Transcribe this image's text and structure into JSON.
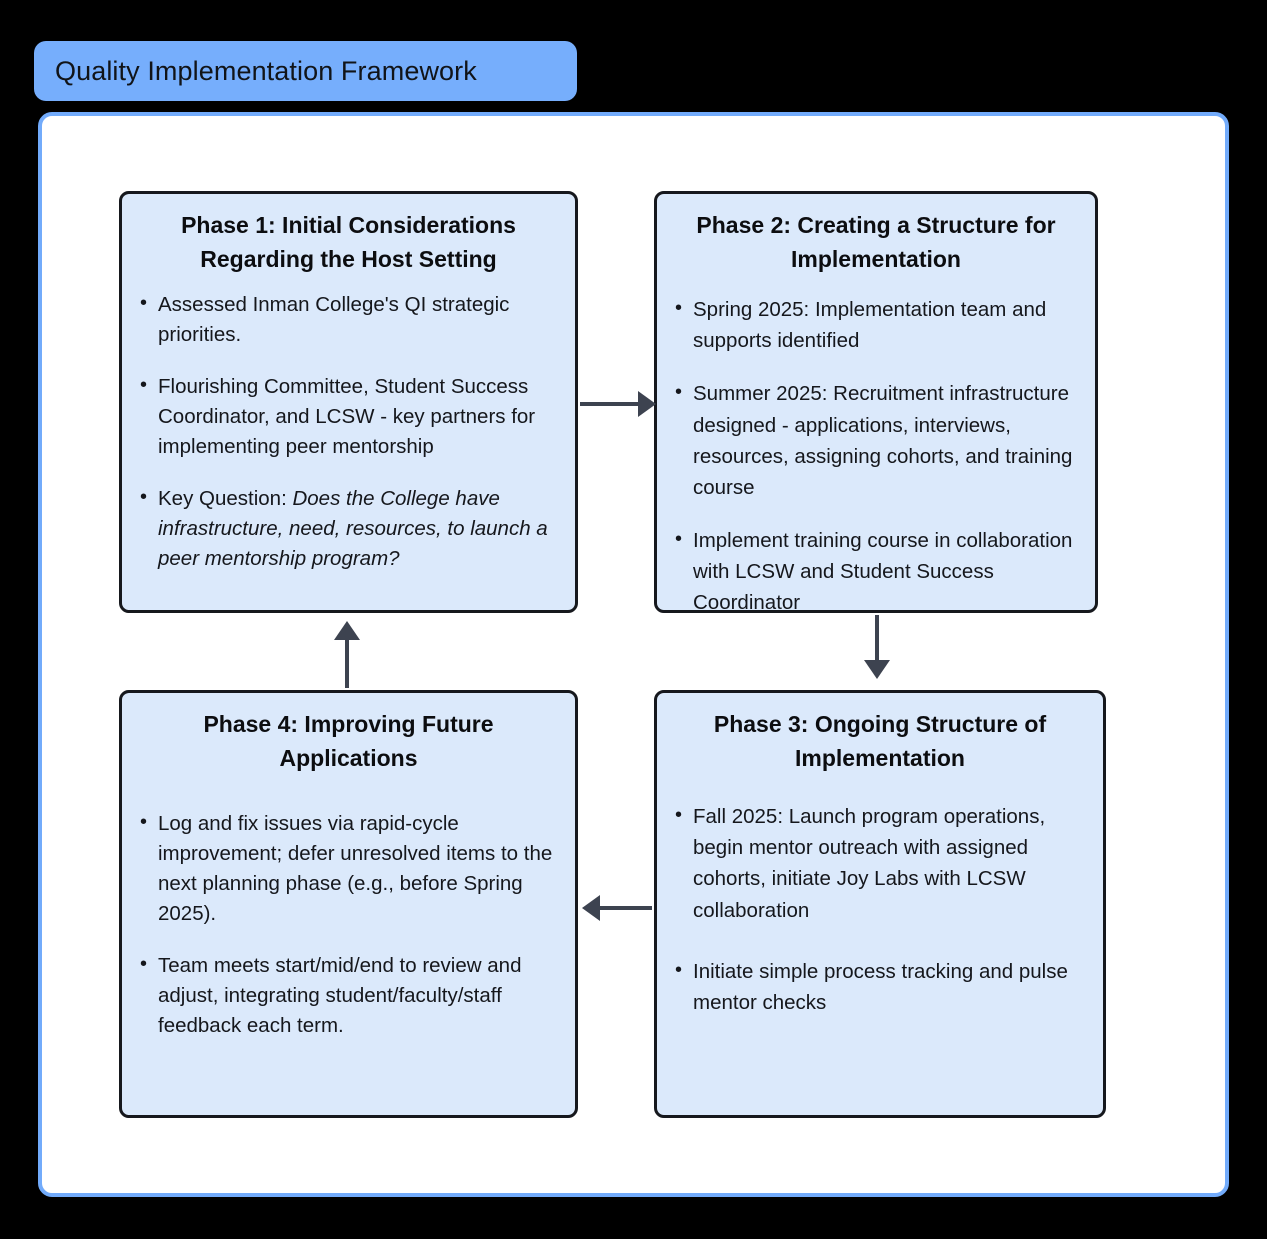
{
  "title": {
    "text": "Quality Implementation Framework"
  },
  "colors": {
    "page_background": "#000000",
    "title_pill": "#76aefc",
    "frame_border": "#72abfb",
    "frame_fill": "#ffffff",
    "box_fill": "#dbe9fb",
    "box_border": "#16181d",
    "arrow": "#3d4350",
    "text": "#15171c"
  },
  "diagram": {
    "type": "flowchart",
    "layout": "2x2-cycle",
    "boxes": [
      {
        "id": "phase1",
        "title": "Phase 1: Initial Considerations Regarding the Host Setting",
        "bullets": [
          {
            "text": "Assessed Inman College's QI strategic priorities.",
            "italic": ""
          },
          {
            "text": "Flourishing Committee, Student Success Coordinator, and LCSW - key partners for implementing peer mentorship",
            "italic": ""
          },
          {
            "text": "Key Question: ",
            "italic": "Does the College have infrastructure, need, resources, to launch a peer mentorship program?"
          }
        ]
      },
      {
        "id": "phase2",
        "title": "Phase 2: Creating a Structure for Implementation",
        "bullets": [
          {
            "text": "Spring 2025: Implementation team and supports identified",
            "italic": ""
          },
          {
            "text": "Summer 2025: Recruitment infrastructure designed - applications, interviews, resources, assigning cohorts, and training course",
            "italic": ""
          },
          {
            "text": "Implement training course in collaboration with LCSW and Student Success Coordinator",
            "italic": ""
          }
        ]
      },
      {
        "id": "phase3",
        "title": "Phase 3: Ongoing Structure of Implementation",
        "bullets": [
          {
            "text": "Fall 2025: Launch program operations, begin mentor outreach with assigned cohorts, initiate Joy Labs with LCSW collaboration",
            "italic": ""
          },
          {
            "text": "Initiate simple process tracking and pulse mentor checks",
            "italic": ""
          }
        ]
      },
      {
        "id": "phase4",
        "title": "Phase 4: Improving Future Applications",
        "bullets": [
          {
            "text": "Log and fix issues via rapid-cycle improvement; defer unresolved items to the next planning phase (e.g., before Spring 2025).",
            "italic": ""
          },
          {
            "text": "Team meets start/mid/end to review and adjust, integrating student/faculty/staff feedback each term.",
            "italic": ""
          }
        ]
      }
    ],
    "connectors": [
      {
        "from": "phase1",
        "to": "phase2",
        "direction": "right"
      },
      {
        "from": "phase2",
        "to": "phase3",
        "direction": "down"
      },
      {
        "from": "phase3",
        "to": "phase4",
        "direction": "left"
      },
      {
        "from": "phase4",
        "to": "phase1",
        "direction": "up"
      }
    ]
  }
}
